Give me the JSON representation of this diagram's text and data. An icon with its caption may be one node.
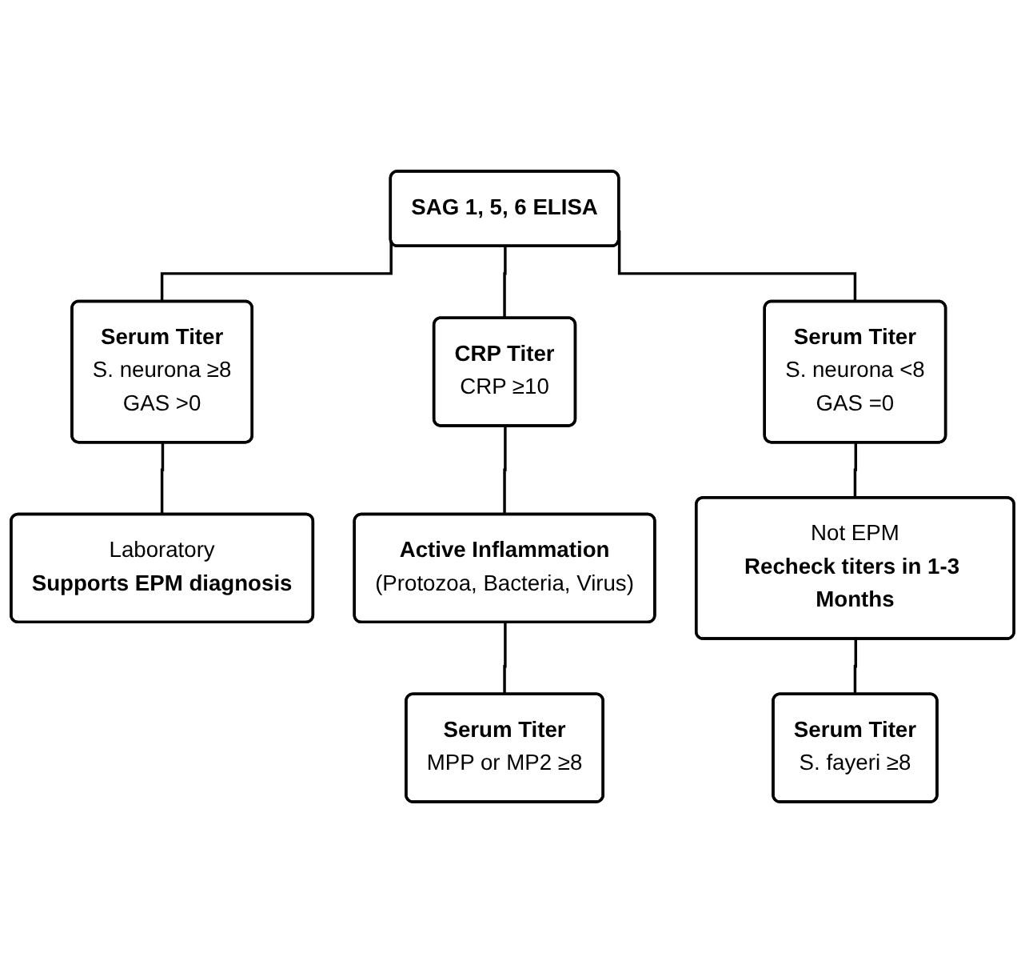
{
  "diagram": {
    "nodes": [
      {
        "text": [
          "SAG 1, 5, 6 ELISA"
        ]
      },
      {
        "text": [
          "Serum Titer",
          "S. neurona ≥8",
          "GAS >0"
        ]
      },
      {
        "text": [
          "CRP Titer",
          "CRP ≥10"
        ]
      },
      {
        "text": [
          "Serum Titer",
          "S. neurona <8",
          "GAS =0"
        ]
      },
      {
        "text": [
          "Laboratory",
          "Supports EPM diagnosis"
        ]
      },
      {
        "text": [
          "Active Inflammation",
          "(Protozoa, Bacteria, Virus)"
        ]
      },
      {
        "text": [
          "Not EPM",
          "Recheck titers in 1-3 Months"
        ]
      },
      {
        "text": [
          "Serum Titer",
          "MPP or MP2 ≥8"
        ]
      },
      {
        "text": [
          "Serum Titer",
          "S. fayeri ≥8"
        ]
      }
    ],
    "edges": [
      {
        "from": 0,
        "to": 1,
        "arrow": "none"
      },
      {
        "from": 0,
        "to": 2,
        "arrow": "none"
      },
      {
        "from": 0,
        "to": 3,
        "arrow": "none"
      },
      {
        "from": 1,
        "to": 4,
        "arrow": "none"
      },
      {
        "from": 2,
        "to": 5,
        "arrow": "none"
      },
      {
        "from": 3,
        "to": 6,
        "arrow": "none"
      },
      {
        "from": 5,
        "to": 7,
        "arrow": "none"
      },
      {
        "from": 6,
        "to": 8,
        "arrow": "none"
      }
    ]
  }
}
